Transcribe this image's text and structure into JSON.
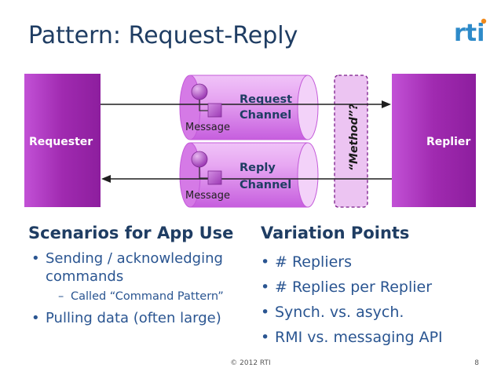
{
  "slide": {
    "title": "Pattern: Request-Reply",
    "logo_text": "rti",
    "colors": {
      "title": "#1f3d63",
      "bullet_text": "#2a5591",
      "requester_replier_fill": "#a02ab0",
      "channel_fill": "#d67ee6",
      "method_box_fill": "#ecc4f2",
      "message_icon_fill": "#b054c4",
      "logo_blue": "#2d8ac9",
      "logo_orange": "#f08a1c"
    }
  },
  "diagram": {
    "requester_label": "Requester",
    "replier_label": "Replier",
    "request_channel": {
      "line1": "Request",
      "line2": "Channel"
    },
    "reply_channel": {
      "line1": "Reply",
      "line2": "Channel"
    },
    "request_message_label": "Message",
    "reply_message_label": "Message",
    "method_label": "“Method”?"
  },
  "left_column": {
    "heading": "Scenarios for App Use",
    "items": [
      {
        "text": "Sending / acknowledging",
        "level": 1
      },
      {
        "text": "commands",
        "level": 0
      },
      {
        "text": "Called “Command Pattern”",
        "level": 2
      },
      {
        "text": "Pulling data (often large)",
        "level": 1
      }
    ]
  },
  "right_column": {
    "heading": "Variation Points",
    "items": [
      {
        "text": "# Repliers"
      },
      {
        "text": "# Replies per Replier"
      },
      {
        "text": "Synch. vs. asych."
      },
      {
        "text": "RMI vs. messaging API"
      }
    ]
  },
  "footer": {
    "copyright": "© 2012 RTI",
    "page_number": "8"
  }
}
